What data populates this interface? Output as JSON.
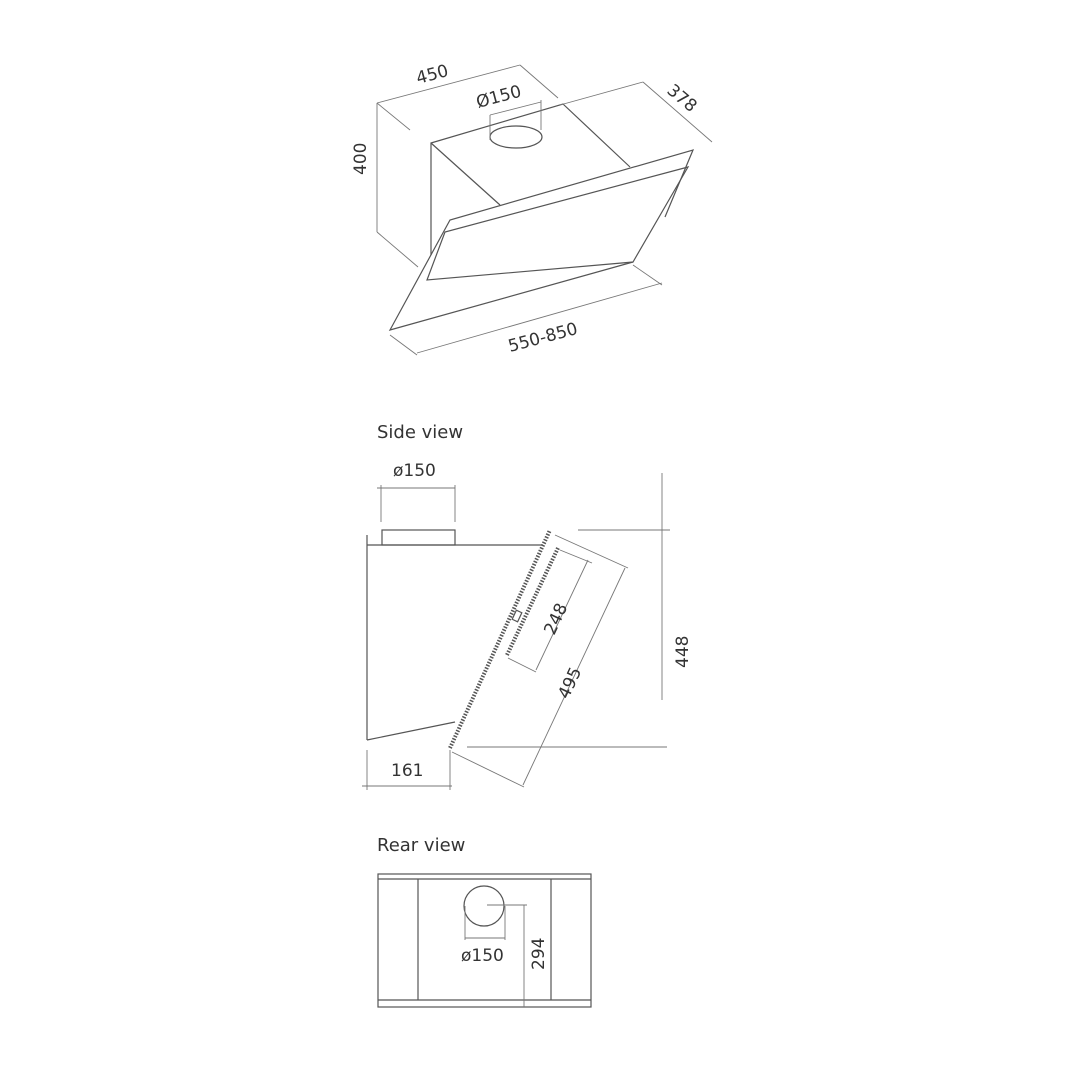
{
  "iso_view": {
    "width": "450",
    "depth": "378",
    "height": "400",
    "duct": "Ø150",
    "adjustable_height": "550-850"
  },
  "side_view": {
    "title": "Side view",
    "duct": "ø150",
    "panel_inner": "248",
    "panel_length": "495",
    "total_height": "448",
    "bottom_depth": "161"
  },
  "rear_view": {
    "title": "Rear view",
    "duct": "ø150",
    "duct_offset": "294"
  }
}
